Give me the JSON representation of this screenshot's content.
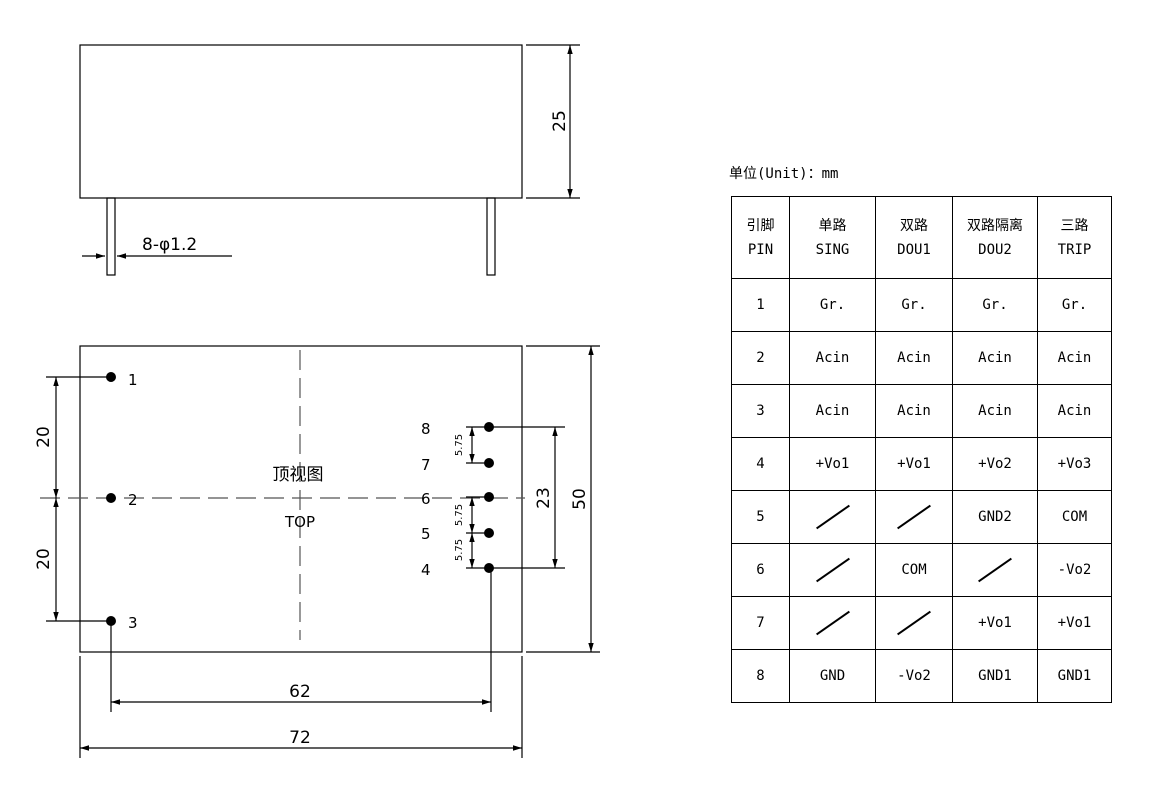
{
  "drawing": {
    "side_height": "25",
    "pin_spec": "8-φ1.2",
    "pitch_left": [
      "20",
      "20"
    ],
    "width_total": "72",
    "pin_span": "62",
    "height_total": "50",
    "right_span": "23",
    "pitch_right": [
      "5.75",
      "5.75",
      "5.75"
    ],
    "top_view_cn": "顶视图",
    "top_view_en": "TOP",
    "pin_numbers": [
      "1",
      "2",
      "3",
      "8",
      "7",
      "6",
      "5",
      "4"
    ]
  },
  "unit": "单位(Unit)：mm",
  "table": {
    "headers": [
      [
        "引脚",
        "PIN"
      ],
      [
        "单路",
        "SING"
      ],
      [
        "双路",
        "DOU1"
      ],
      [
        "双路隔离",
        "DOU2"
      ],
      [
        "三路",
        "TRIP"
      ]
    ],
    "rows": [
      [
        "1",
        "Gr.",
        "Gr.",
        "Gr.",
        "Gr."
      ],
      [
        "2",
        "Acin",
        "Acin",
        "Acin",
        "Acin"
      ],
      [
        "3",
        "Acin",
        "Acin",
        "Acin",
        "Acin"
      ],
      [
        "4",
        "+Vo1",
        "+Vo1",
        "+Vo2",
        "+Vo3"
      ],
      [
        "5",
        "/",
        "/",
        "GND2",
        "COM"
      ],
      [
        "6",
        "/",
        "COM",
        "/",
        "-Vo2"
      ],
      [
        "7",
        "/",
        "/",
        "+Vo1",
        "+Vo1"
      ],
      [
        "8",
        "GND",
        "-Vo2",
        "GND1",
        "GND1"
      ]
    ]
  }
}
